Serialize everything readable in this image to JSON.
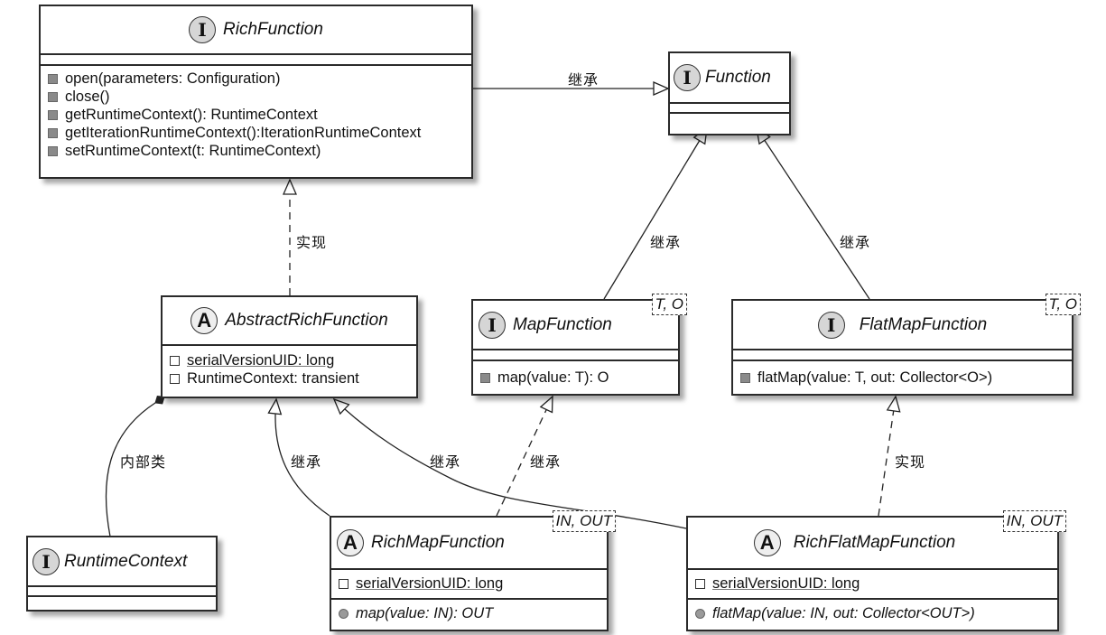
{
  "classes": {
    "rich_function": {
      "name": "RichFunction",
      "stereotype": "I",
      "methods": [
        "open(parameters: Configuration)",
        "close()",
        "getRuntimeContext(): RuntimeContext",
        "getIterationRuntimeContext():IterationRuntimeContext",
        "setRuntimeContext(t: RuntimeContext)"
      ]
    },
    "function": {
      "name": "Function",
      "stereotype": "I"
    },
    "abstract_rich_function": {
      "name": "AbstractRichFunction",
      "stereotype": "A",
      "fields": [
        "serialVersionUID: long",
        "RuntimeContext: transient"
      ]
    },
    "map_function": {
      "name": "MapFunction",
      "stereotype": "I",
      "type_params": "T, O",
      "methods": [
        "map(value: T): O"
      ]
    },
    "flat_map_function": {
      "name": "FlatMapFunction",
      "stereotype": "I",
      "type_params": "T, O",
      "methods": [
        "flatMap(value: T, out: Collector<O>)"
      ]
    },
    "runtime_context": {
      "name": "RuntimeContext",
      "stereotype": "I"
    },
    "rich_map_function": {
      "name": "RichMapFunction",
      "stereotype": "A",
      "type_params": "IN, OUT",
      "fields": [
        "serialVersionUID: long"
      ],
      "methods": [
        "map(value: IN): OUT"
      ]
    },
    "rich_flat_map_function": {
      "name": "RichFlatMapFunction",
      "stereotype": "A",
      "type_params": "IN, OUT",
      "fields": [
        "serialVersionUID: long"
      ],
      "methods": [
        "flatMap(value: IN, out: Collector<OUT>)"
      ]
    }
  },
  "edges": {
    "rich_to_function": "继承",
    "abstract_to_rich": "实现",
    "map_to_function": "继承",
    "flatmap_to_function": "继承",
    "inner_class": "内部类",
    "richmap_to_abstract": "继承",
    "richflatmap_to_abstract": "继承",
    "richmap_to_map": "继承",
    "richflatmap_to_flatmap": "实现"
  }
}
